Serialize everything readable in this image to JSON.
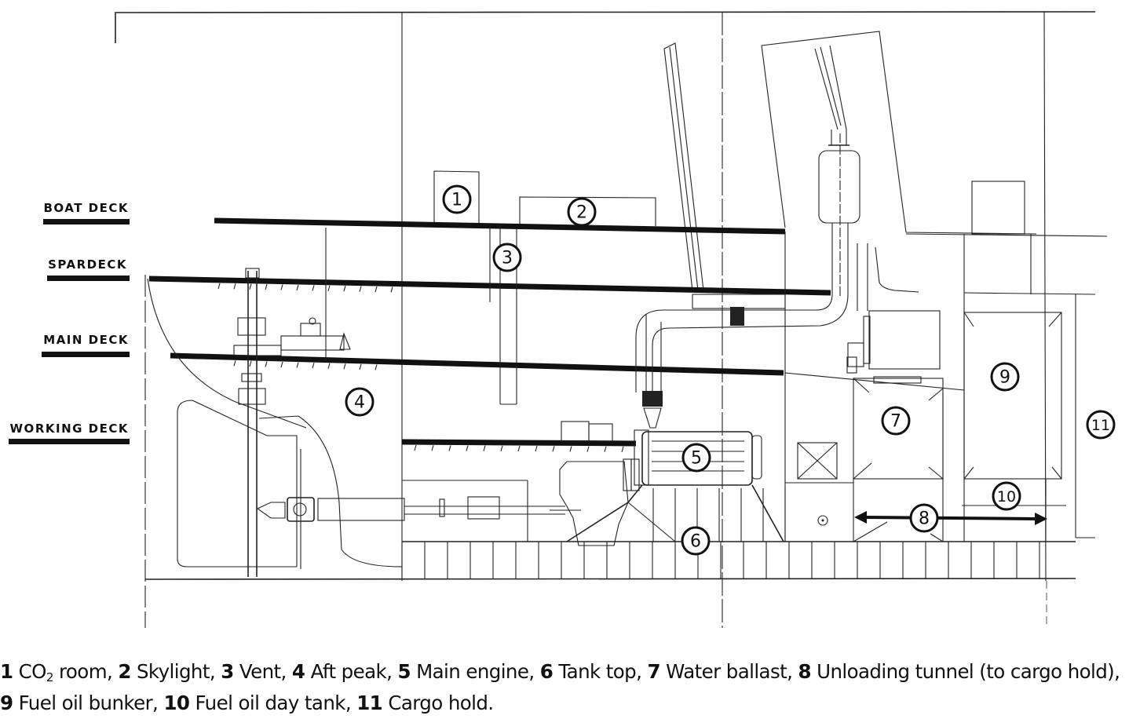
{
  "deck_labels": [
    {
      "id": "boat-deck",
      "label": "BOAT DECK"
    },
    {
      "id": "spardeck",
      "label": "SPARDECK"
    },
    {
      "id": "main-deck",
      "label": "MAIN DECK"
    },
    {
      "id": "working-deck",
      "label": "WORKING DECK"
    }
  ],
  "callouts": [
    {
      "number": "1",
      "name": "CO",
      "sub": "2",
      "rest": " room"
    },
    {
      "number": "2",
      "name": "Skylight"
    },
    {
      "number": "3",
      "name": "Vent"
    },
    {
      "number": "4",
      "name": "Aft peak"
    },
    {
      "number": "5",
      "name": "Main engine"
    },
    {
      "number": "6",
      "name": "Tank top"
    },
    {
      "number": "7",
      "name": "Water ballast"
    },
    {
      "number": "8",
      "name": "Unloading tunnel (to cargo hold)"
    },
    {
      "number": "9",
      "name": "Fuel oil bunker"
    },
    {
      "number": "10",
      "name": "Fuel oil day tank"
    },
    {
      "number": "11",
      "name": "Cargo hold"
    }
  ],
  "caption": {
    "items": [
      {
        "num": "1",
        "text_pre": " CO",
        "sub": "2",
        "text_post": " room, "
      },
      {
        "num": "2",
        "text_pre": " Skylight, "
      },
      {
        "num": "3",
        "text_pre": " Vent, "
      },
      {
        "num": "4",
        "text_pre": " Aft peak, "
      },
      {
        "num": "5",
        "text_pre": " Main engine, "
      },
      {
        "num": "6",
        "text_pre": " Tank top, "
      },
      {
        "num": "7",
        "text_pre": " Water ballast, "
      },
      {
        "num": "8",
        "text_pre": " Unloading tunnel (to cargo hold), "
      },
      {
        "num": "9",
        "text_pre": " Fuel oil bunker, "
      },
      {
        "num": "10",
        "text_pre": " Fuel oil day tank, "
      },
      {
        "num": "11",
        "text_pre": " Cargo hold."
      }
    ]
  },
  "colors": {
    "ink": "#111111",
    "background": "#ffffff"
  }
}
